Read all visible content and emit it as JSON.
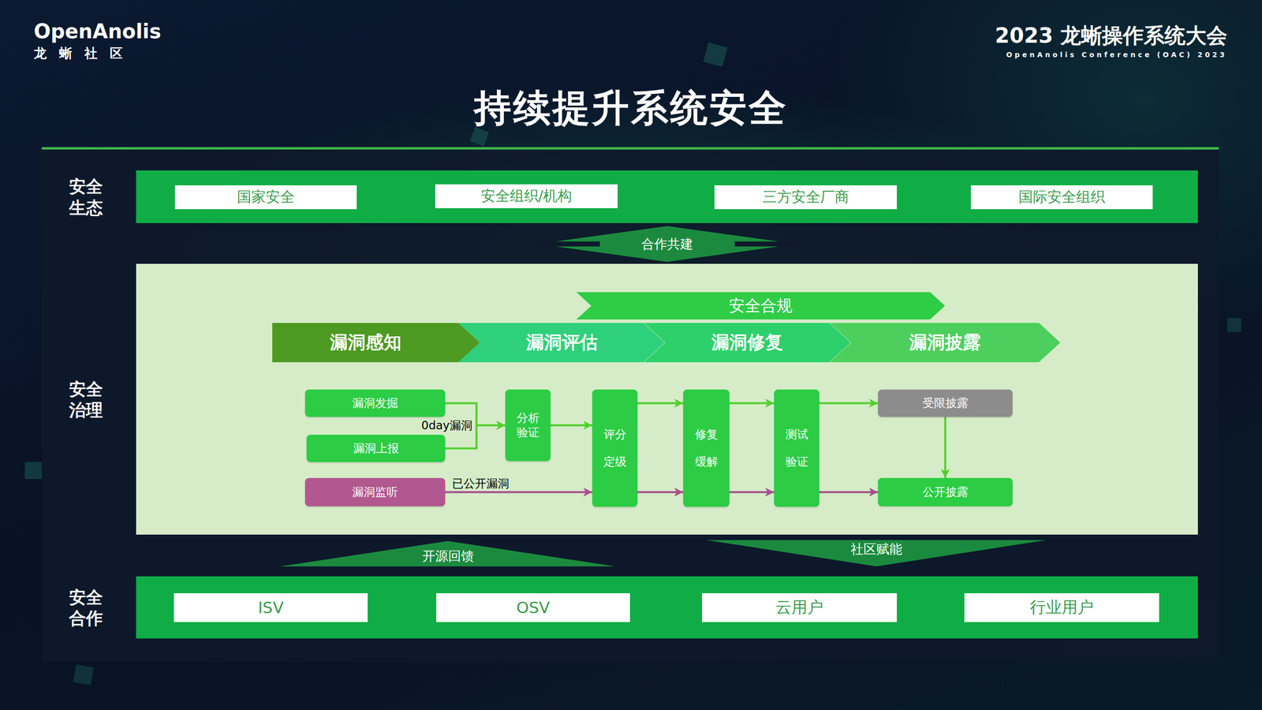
{
  "diagram": {
    "title": "持续提升系统安全",
    "nodes": [
      {
        "text": [
          "安全生态"
        ]
      },
      {
        "text": [
          "国家安全"
        ],
        "in": 0
      },
      {
        "text": [
          "安全组织/机构"
        ],
        "in": 0
      },
      {
        "text": [
          "三方安全厂商"
        ],
        "in": 0
      },
      {
        "text": [
          "国际安全组织"
        ],
        "in": 0
      },
      {
        "text": [
          "合作共建"
        ]
      },
      {
        "text": [
          "安全治理"
        ]
      },
      {
        "text": [
          "安全合规"
        ],
        "in": 6
      },
      {
        "text": [
          "漏洞感知"
        ],
        "in": 6
      },
      {
        "text": [
          "漏洞评估"
        ],
        "in": 6
      },
      {
        "text": [
          "漏洞修复"
        ],
        "in": 6
      },
      {
        "text": [
          "漏洞披露"
        ],
        "in": 6
      },
      {
        "text": [
          "漏洞发掘"
        ],
        "in": 6
      },
      {
        "text": [
          "漏洞上报"
        ],
        "in": 6
      },
      {
        "text": [
          "漏洞监听"
        ],
        "in": 6
      },
      {
        "text": [
          "分析 验证"
        ],
        "in": 6
      },
      {
        "text": [
          "评分 定级"
        ],
        "in": 6
      },
      {
        "text": [
          "修复 缓解"
        ],
        "in": 6
      },
      {
        "text": [
          "测试 验证"
        ],
        "in": 6
      },
      {
        "text": [
          "受限披露"
        ],
        "in": 6
      },
      {
        "text": [
          "公开披露"
        ],
        "in": 6
      },
      {
        "text": [
          "开源回馈"
        ]
      },
      {
        "text": [
          "社区赋能"
        ]
      },
      {
        "text": [
          "安全合作"
        ]
      },
      {
        "text": [
          "ISV"
        ],
        "in": 23
      },
      {
        "text": [
          "OSV"
        ],
        "in": 23
      },
      {
        "text": [
          "云用户"
        ],
        "in": 23
      },
      {
        "text": [
          "行业用户"
        ],
        "in": 23
      }
    ],
    "edges": [
      {
        "from": 12,
        "to": 15,
        "arrow": "to"
      },
      {
        "from": 13,
        "to": 15,
        "label": "0day漏洞",
        "arrow": "to"
      },
      {
        "from": 15,
        "to": 16,
        "arrow": "to"
      },
      {
        "from": 14,
        "to": 16,
        "label": "已公开漏洞",
        "arrow": "to"
      },
      {
        "from": 16,
        "to": 17,
        "arrow": "to"
      },
      {
        "from": 16,
        "to": 17,
        "arrow": "to"
      },
      {
        "from": 17,
        "to": 18,
        "arrow": "to"
      },
      {
        "from": 17,
        "to": 18,
        "arrow": "to"
      },
      {
        "from": 18,
        "to": 19,
        "arrow": "to"
      },
      {
        "from": 18,
        "to": 20,
        "arrow": "to"
      },
      {
        "from": 19,
        "to": 20,
        "arrow": "to"
      }
    ],
    "labels": [
      "OpenAnolis",
      "龙 蜥 社 区",
      "2023 龙蜥操作系统大会",
      "OpenAnolis Conference (OAC) 2023"
    ]
  }
}
